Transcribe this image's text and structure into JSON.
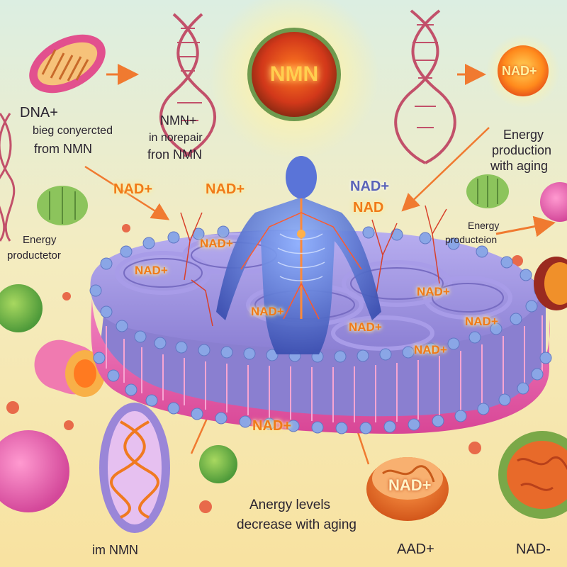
{
  "center": {
    "label": "NMN"
  },
  "sun_badge": {
    "label": "NAD+"
  },
  "captions": {
    "dna_title": "DNA+",
    "dna_sub1": "bieg conyercted",
    "dna_sub2": "from NMN",
    "nmn_title": "NMN+",
    "nmn_sub1": "in norepair",
    "nmn_sub2": "fron NMN",
    "energy_right1": "Energy",
    "energy_right2": "production",
    "energy_right3": "with aging",
    "energy_left1": "Energy",
    "energy_left2": "productetor",
    "energy_mid1": "Energy",
    "energy_mid2": "producteion",
    "levels1": "Anergy levels",
    "levels2": "decrease with aging",
    "bottom_left": "im NMN",
    "bottom_mid": "AAD+",
    "bottom_right": "NAD-"
  },
  "labels": {
    "nad_a": "NAD+",
    "nad_b": "NAD+",
    "nad_blue": "NAD+",
    "nad_c": "NAD",
    "nad_cell1": "NAD+",
    "nad_cell2": "NAD+",
    "nad_cell3": "NAD+",
    "nad_cell4": "NAD+",
    "nad_cell5": "NAD+",
    "nad_cell6": "NAD+",
    "nad_cell7": "NAD+",
    "nad_lower": "NAD+",
    "nad_bowl": "NAD+"
  },
  "colors": {
    "background_top": "#dff0e4",
    "background_bottom": "#f8e6a6",
    "membrane_pink": "#e85aa6",
    "membrane_purple": "#8f84d8",
    "bead_blue": "#8aa6e6",
    "nad_orange": "#f07a18",
    "dna_pink": "#c2506a"
  }
}
